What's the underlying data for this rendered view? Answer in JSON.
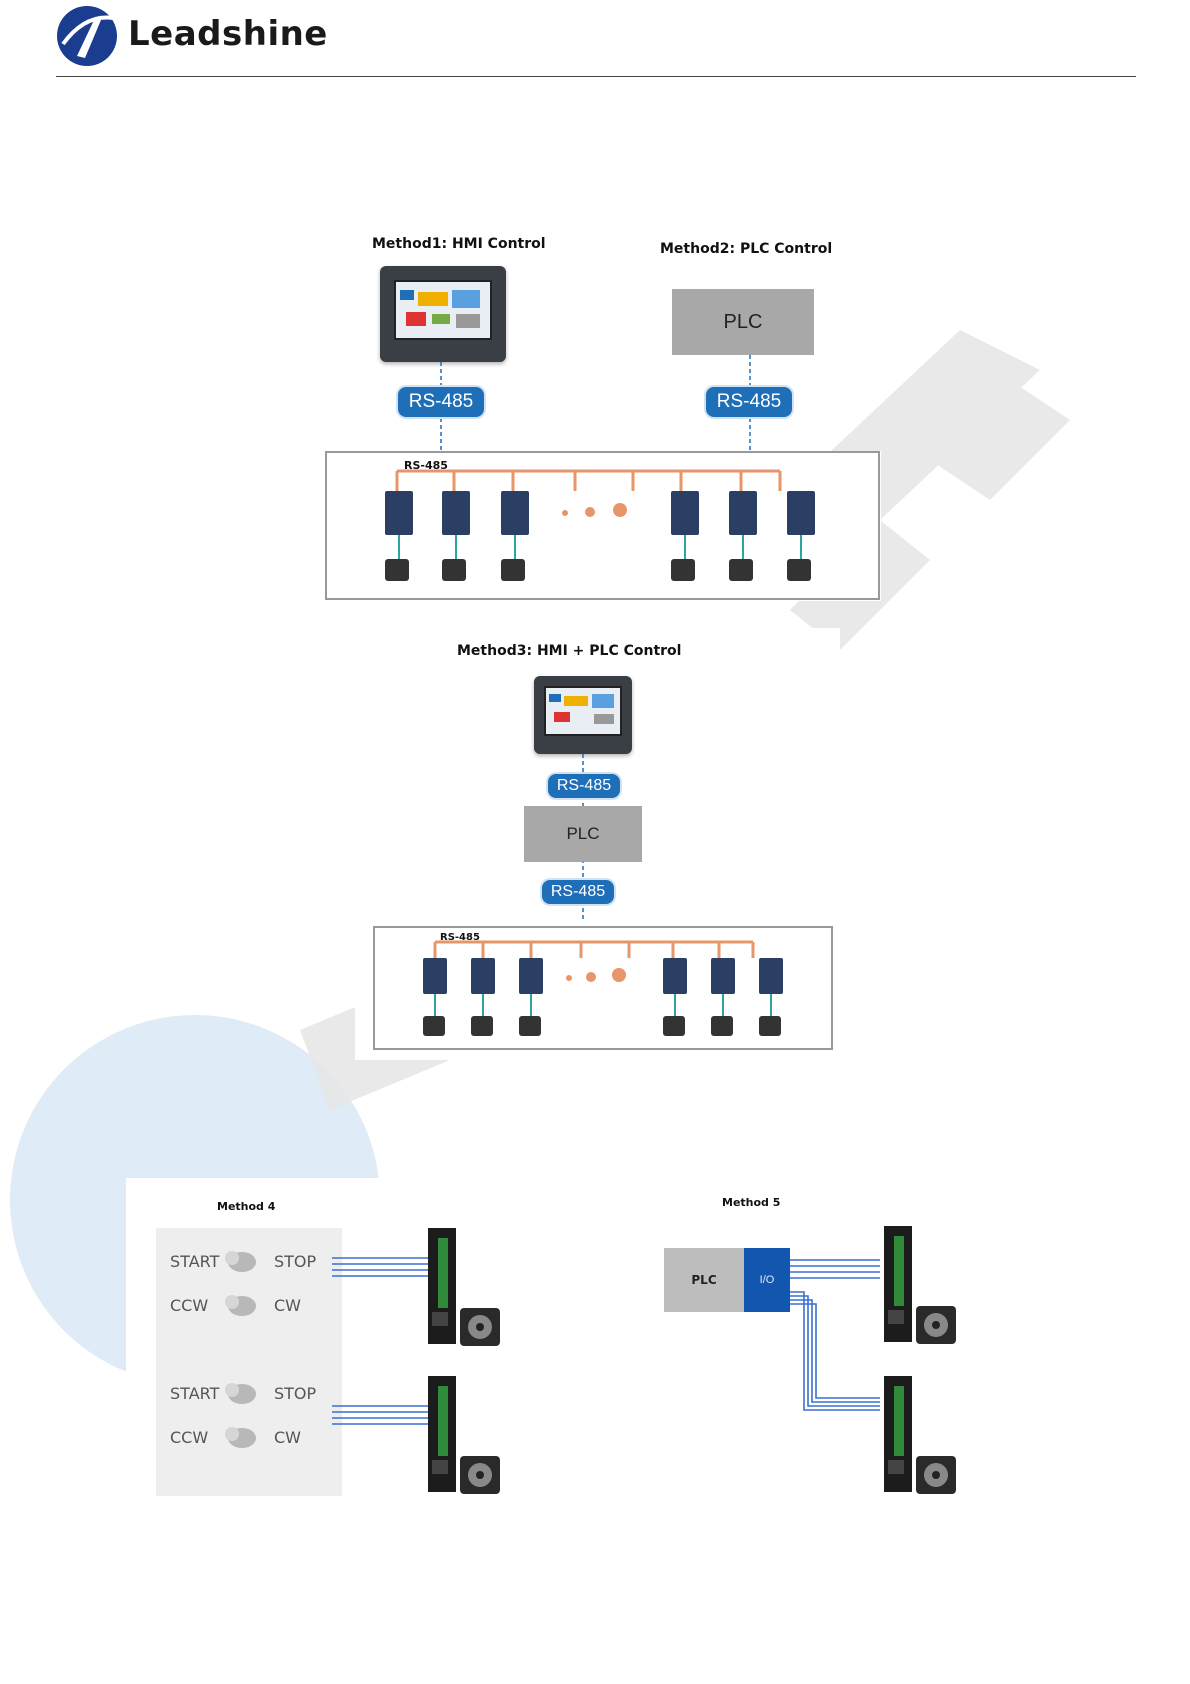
{
  "header": {
    "brand": "Leadshine"
  },
  "method1": {
    "title": "Method1: HMI Control",
    "rs_badge": "RS-485"
  },
  "method2": {
    "title": "Method2: PLC Control",
    "plc_label": "PLC",
    "rs_badge": "RS-485"
  },
  "network1": {
    "bus_label": "RS-485"
  },
  "method3": {
    "title": "Method3: HMI + PLC Control",
    "rs_badge_top": "RS-485",
    "plc_label": "PLC",
    "rs_badge_bottom": "RS-485",
    "bus_label": "RS-485"
  },
  "method4": {
    "title": "Method 4",
    "group1": {
      "start": "START",
      "stop": "STOP",
      "ccw": "CCW",
      "cw": "CW"
    },
    "group2": {
      "start": "START",
      "stop": "STOP",
      "ccw": "CCW",
      "cw": "CW"
    }
  },
  "method5": {
    "title": "Method 5",
    "plc_label": "PLC",
    "io_label": "I/O"
  },
  "colors": {
    "rs_blue": "#1f6fb8",
    "bus_orange": "#e8956a",
    "wire_blue": "#3a6fd0",
    "plc_gray": "#a8a8a8",
    "watermark": "#c9dcef"
  }
}
